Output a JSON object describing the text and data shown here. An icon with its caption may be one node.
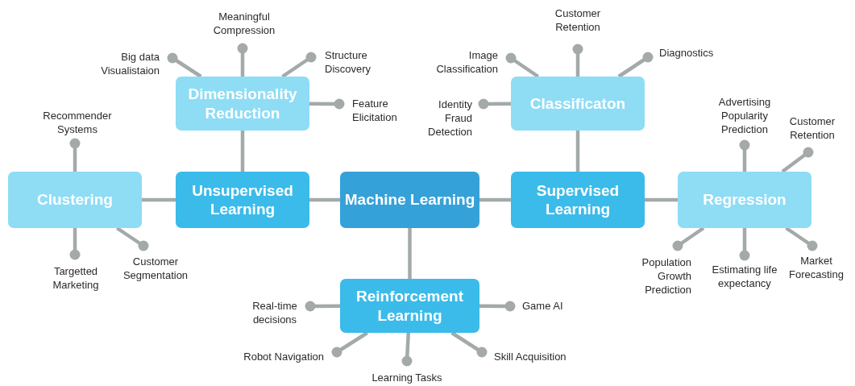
{
  "diagram": {
    "nodes": [
      {
        "text": [
          "Machine Learning"
        ]
      },
      {
        "text": [
          "Unsupervised Learning"
        ]
      },
      {
        "text": [
          "Supervised Learning"
        ]
      },
      {
        "text": [
          "Reinforcement Learning"
        ]
      },
      {
        "text": [
          "Clustering"
        ]
      },
      {
        "text": [
          "Dimensionality Reduction"
        ]
      },
      {
        "text": [
          "Classificaton"
        ]
      },
      {
        "text": [
          "Regression"
        ]
      },
      {
        "text": [
          "Big data Visualistaion"
        ]
      },
      {
        "text": [
          "Meaningful Compression"
        ]
      },
      {
        "text": [
          "Structure Discovery"
        ]
      },
      {
        "text": [
          "Feature Elicitation"
        ]
      },
      {
        "text": [
          "Recommender Systems"
        ]
      },
      {
        "text": [
          "Targetted Marketing"
        ]
      },
      {
        "text": [
          "Customer Segmentation"
        ]
      },
      {
        "text": [
          "Customer Retention"
        ]
      },
      {
        "text": [
          "Image Classification"
        ]
      },
      {
        "text": [
          "Diagnostics"
        ]
      },
      {
        "text": [
          "Identity Fraud Detection"
        ]
      },
      {
        "text": [
          "Advertising Popularity Prediction"
        ]
      },
      {
        "text": [
          "Customer Retention"
        ]
      },
      {
        "text": [
          "Population Growth Prediction"
        ]
      },
      {
        "text": [
          "Estimating life expectancy"
        ]
      },
      {
        "text": [
          "Market Forecasting"
        ]
      },
      {
        "text": [
          "Real-time decisions"
        ]
      },
      {
        "text": [
          "Game AI"
        ]
      },
      {
        "text": [
          "Robot Navigation"
        ]
      },
      {
        "text": [
          "Learning Tasks"
        ]
      },
      {
        "text": [
          "Skill Acquisition"
        ]
      }
    ],
    "edges": [
      {
        "from": 0,
        "to": 1,
        "arrow": "none"
      },
      {
        "from": 0,
        "to": 2,
        "arrow": "none"
      },
      {
        "from": 0,
        "to": 3,
        "arrow": "none"
      },
      {
        "from": 1,
        "to": 4,
        "arrow": "none"
      },
      {
        "from": 1,
        "to": 5,
        "arrow": "none"
      },
      {
        "from": 2,
        "to": 6,
        "arrow": "none"
      },
      {
        "from": 2,
        "to": 7,
        "arrow": "none"
      },
      {
        "from": 5,
        "to": 8,
        "arrow": "other"
      },
      {
        "from": 5,
        "to": 9,
        "arrow": "other"
      },
      {
        "from": 5,
        "to": 10,
        "arrow": "other"
      },
      {
        "from": 5,
        "to": 11,
        "arrow": "other"
      },
      {
        "from": 4,
        "to": 12,
        "arrow": "other"
      },
      {
        "from": 4,
        "to": 13,
        "arrow": "other"
      },
      {
        "from": 4,
        "to": 14,
        "arrow": "other"
      },
      {
        "from": 6,
        "to": 15,
        "arrow": "other"
      },
      {
        "from": 6,
        "to": 16,
        "arrow": "other"
      },
      {
        "from": 6,
        "to": 17,
        "arrow": "other"
      },
      {
        "from": 6,
        "to": 18,
        "arrow": "other"
      },
      {
        "from": 7,
        "to": 19,
        "arrow": "other"
      },
      {
        "from": 7,
        "to": 20,
        "arrow": "other"
      },
      {
        "from": 7,
        "to": 21,
        "arrow": "other"
      },
      {
        "from": 7,
        "to": 22,
        "arrow": "other"
      },
      {
        "from": 7,
        "to": 23,
        "arrow": "other"
      },
      {
        "from": 3,
        "to": 24,
        "arrow": "other"
      },
      {
        "from": 3,
        "to": 25,
        "arrow": "other"
      },
      {
        "from": 3,
        "to": 26,
        "arrow": "other"
      },
      {
        "from": 3,
        "to": 27,
        "arrow": "other"
      },
      {
        "from": 3,
        "to": 28,
        "arrow": "other"
      }
    ]
  }
}
